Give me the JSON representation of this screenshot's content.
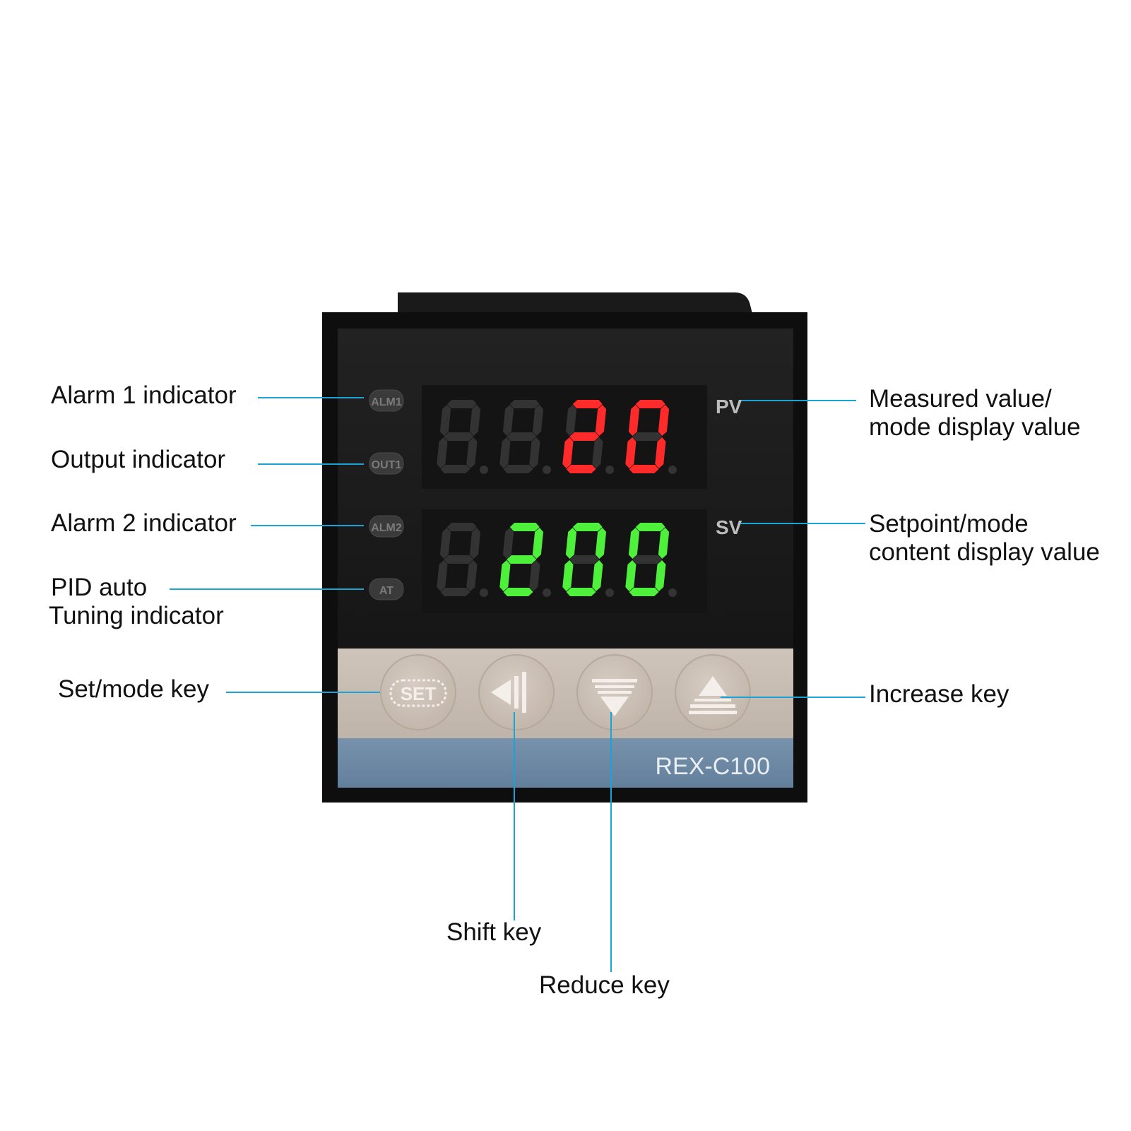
{
  "device": {
    "model": "REX-C100",
    "pv_label": "PV",
    "sv_label": "SV",
    "pv_value": "20",
    "sv_value": "200",
    "set_key_label": "SET",
    "indicators": [
      "ALM1",
      "OUT1",
      "ALM2",
      "AT"
    ],
    "colors": {
      "pv_digits": "#ff2a2a",
      "sv_digits": "#4ef03c",
      "leader_lines": "#1aa3d6",
      "panel": "#1c1c1c",
      "keypad": "#c9bfb5",
      "model_strip": "#6f8da8"
    }
  },
  "callouts": {
    "alarm1": "Alarm 1 indicator",
    "output": "Output indicator",
    "alarm2": "Alarm 2 indicator",
    "pid_line1": "PID auto",
    "pid_line2": "Tuning indicator",
    "set_mode_key": "Set/mode key",
    "measured_line1": "Measured value/",
    "measured_line2": "mode display value",
    "setpoint_line1": "Setpoint/mode",
    "setpoint_line2": "content display value",
    "increase_key": "Increase key",
    "shift_key": "Shift key",
    "reduce_key": "Reduce key"
  }
}
